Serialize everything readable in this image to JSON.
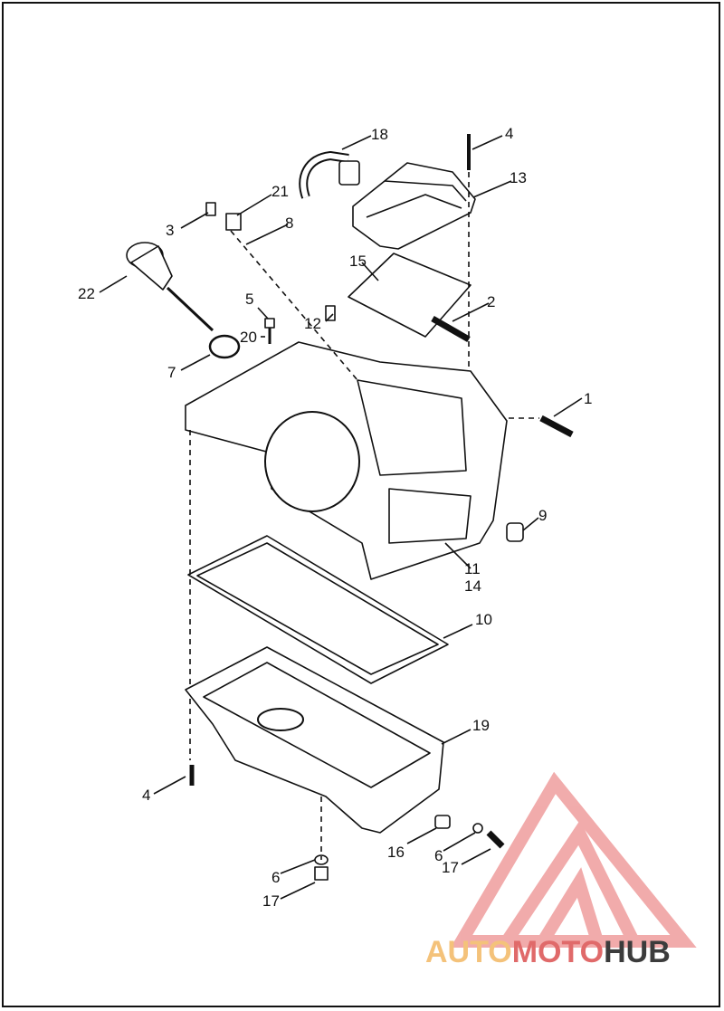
{
  "diagram": {
    "callouts": [
      {
        "id": "c1",
        "text": "1"
      },
      {
        "id": "c2",
        "text": "2"
      },
      {
        "id": "c3",
        "text": "3"
      },
      {
        "id": "c4a",
        "text": "4"
      },
      {
        "id": "c4b",
        "text": "4"
      },
      {
        "id": "c5",
        "text": "5"
      },
      {
        "id": "c6a",
        "text": "6"
      },
      {
        "id": "c6b",
        "text": "6"
      },
      {
        "id": "c7",
        "text": "7"
      },
      {
        "id": "c8",
        "text": "8"
      },
      {
        "id": "c9",
        "text": "9"
      },
      {
        "id": "c10",
        "text": "10"
      },
      {
        "id": "c11",
        "text": "11"
      },
      {
        "id": "c12",
        "text": "12"
      },
      {
        "id": "c13",
        "text": "13"
      },
      {
        "id": "c14",
        "text": "14"
      },
      {
        "id": "c15",
        "text": "15"
      },
      {
        "id": "c16",
        "text": "16"
      },
      {
        "id": "c17a",
        "text": "17"
      },
      {
        "id": "c17b",
        "text": "17"
      },
      {
        "id": "c18",
        "text": "18"
      },
      {
        "id": "c19",
        "text": "19"
      },
      {
        "id": "c20",
        "text": "20"
      },
      {
        "id": "c21",
        "text": "21"
      },
      {
        "id": "c22",
        "text": "22"
      }
    ]
  },
  "watermark": {
    "part1": "AUTO",
    "part2": "MOTO",
    "part3": "HUB",
    "colors": {
      "auto": "#f4c27a",
      "moto": "#e06a6a",
      "hub": "#3c3c3c",
      "triangle": "#f0a3a3"
    }
  }
}
